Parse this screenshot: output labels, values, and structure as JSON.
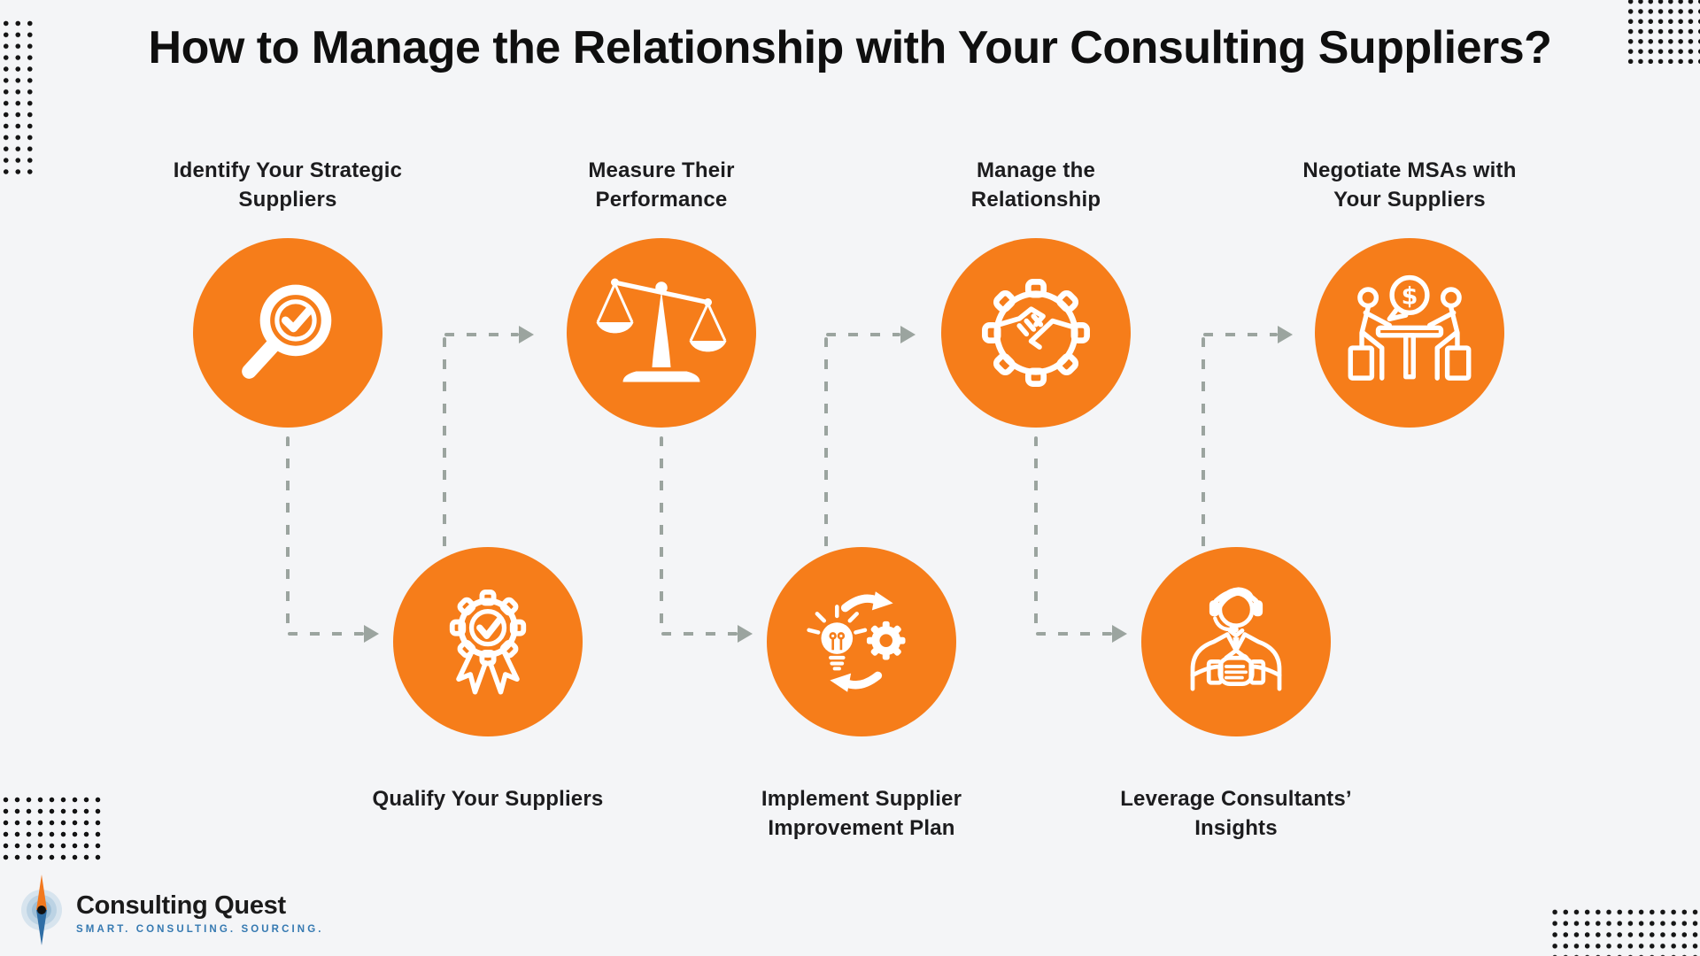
{
  "title": "How to Manage the Relationship with Your Consulting Suppliers?",
  "colors": {
    "accent_orange": "#F67D1A",
    "arrow_gray": "#9BA49F",
    "dot_black": "#151515",
    "background": "#F4F5F7",
    "tagline_blue": "#3579B1",
    "icon_white": "#FFFFFF"
  },
  "steps": [
    {
      "line1": "Identify Your Strategic",
      "line2": "Suppliers",
      "icon": "magnifier-check-icon"
    },
    {
      "line1": "Measure Their",
      "line2": "Performance",
      "icon": "balance-scale-icon"
    },
    {
      "line1": "Manage the",
      "line2": "Relationship",
      "icon": "handshake-gear-icon"
    },
    {
      "line1": "Negotiate MSAs with",
      "line2": "Your Suppliers",
      "icon": "negotiation-table-icon"
    },
    {
      "line1": "Qualify Your Suppliers",
      "line2": "",
      "icon": "gear-ribbon-check-icon"
    },
    {
      "line1": "Implement Supplier",
      "line2": "Improvement Plan",
      "icon": "bulb-gear-cycle-icon"
    },
    {
      "line1": "Leverage Consultants’",
      "line2": "Insights",
      "icon": "consultant-headset-icon"
    }
  ],
  "symbols": {
    "dollar": "$"
  },
  "logo": {
    "name": "Consulting Quest",
    "tagline": "SMART. CONSULTING. SOURCING."
  }
}
